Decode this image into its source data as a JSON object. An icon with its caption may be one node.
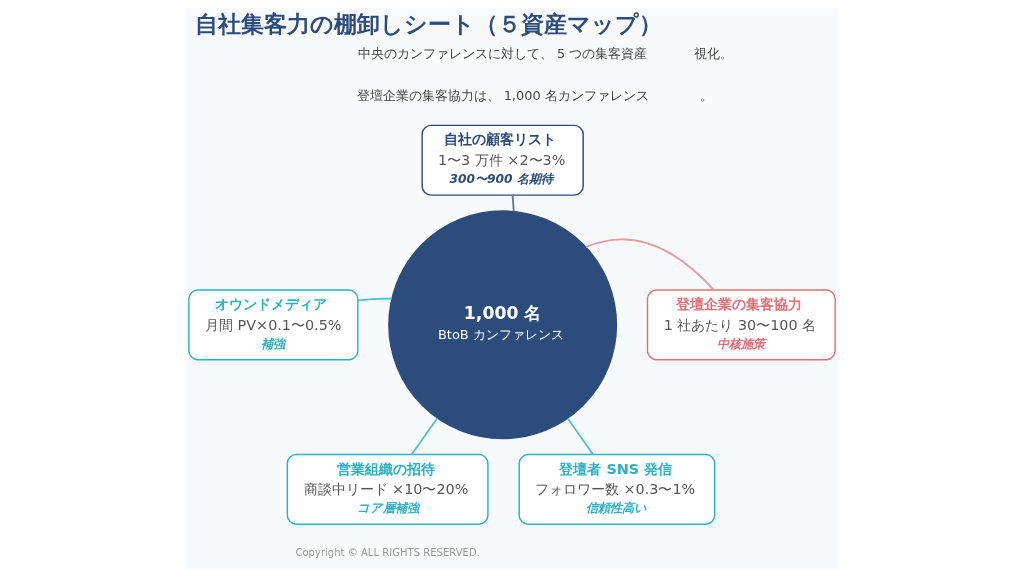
{
  "diagram": {
    "title": "自社集客力の棚卸しシート（５資産マップ）",
    "nodes": [
      {
        "text": [
          "1,000 名",
          "BtoB カンファレンス"
        ]
      },
      {
        "text": [
          "自社の顧客リスト",
          "1〜3 万件 ×2〜3%",
          "300〜900 名期待"
        ]
      },
      {
        "text": [
          "オウンドメディア",
          "月間 PV×0.1〜0.5%",
          "補強"
        ]
      },
      {
        "text": [
          "登壇企業の集客協力",
          "1 社あたり 30〜100 名",
          "中核施策"
        ]
      },
      {
        "text": [
          "営業組織の招待",
          "商談中リード ×10〜20%",
          "コア層補強"
        ]
      },
      {
        "text": [
          "登壇者 SNS 発信",
          "フォロワー数 ×0.3〜1%",
          "信頼性高い"
        ]
      }
    ],
    "edges": [
      {
        "from": 0,
        "to": 1,
        "arrow": "none",
        "color": "#5b7499"
      },
      {
        "from": 0,
        "to": 2,
        "arrow": "none"
      },
      {
        "from": 0,
        "to": 3,
        "arrow": "none",
        "color": "#e59aa0"
      },
      {
        "from": 0,
        "to": 4,
        "arrow": "none"
      },
      {
        "from": 0,
        "to": 5,
        "arrow": "none"
      }
    ],
    "labels": [
      "中央のカンファレンスに対して、 5 つの集客資産",
      "視化。",
      "登壇企業の集客協力は、 1,000 名カンファレンス",
      "。",
      "Copyright © ALL RIGHTS RESERVED."
    ]
  }
}
